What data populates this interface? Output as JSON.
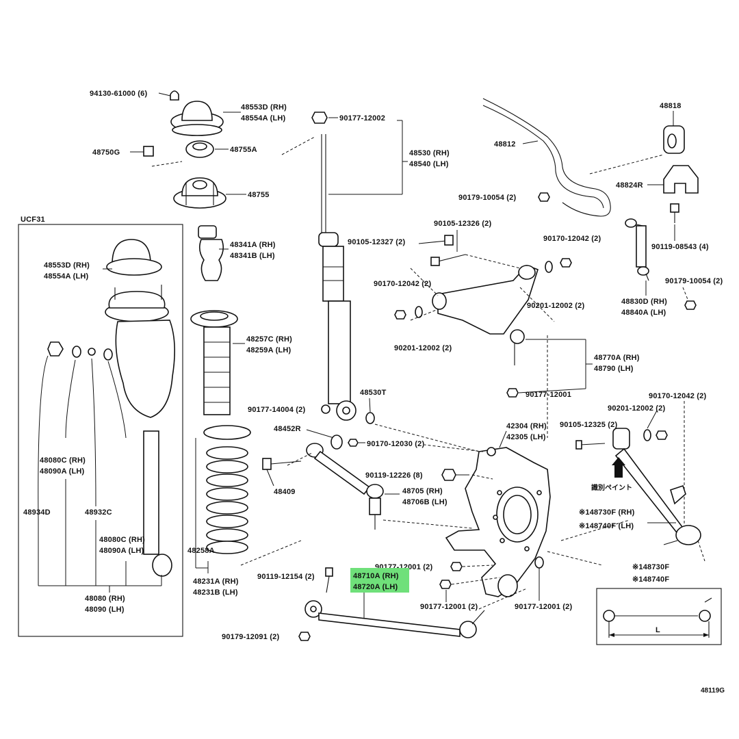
{
  "model": "UCF31",
  "diagram_id": "48119G",
  "highlight_color": "#6fe07a",
  "labels": {
    "l94130": "94130-61000 (6)",
    "l48553d_top": "48553D (RH)",
    "l48554a_top": "48554A (LH)",
    "l48750g": "48750G",
    "l48755a": "48755A",
    "l48755": "48755",
    "l48553d_box": "48553D (RH)",
    "l48554a_box": "48554A (LH)",
    "l48341a": "48341A (RH)",
    "l48341b": "48341B (LH)",
    "l48257c": "48257C (RH)",
    "l48259a": "48259A (LH)",
    "l48080c_1": "48080C (RH)",
    "l48090a_1": "48090A (LH)",
    "l48934d": "48934D",
    "l48932c": "48932C",
    "l48080c_2": "48080C (RH)",
    "l48090a_2": "48090A (LH)",
    "l48080": "48080 (RH)",
    "l48090": "48090 (LH)",
    "l48258a": "48258A",
    "l48231a": "48231A (RH)",
    "l48231b": "48231B (LH)",
    "l90177_12002": "90177-12002",
    "l48530": "48530 (RH)",
    "l48540": "48540 (LH)",
    "l90105_12327": "90105-12327 (2)",
    "l90105_12326": "90105-12326 (2)",
    "l90170_12042_a": "90170-12042 (2)",
    "l90201_12002_a": "90201-12002 (2)",
    "l90177_14004": "90177-14004 (2)",
    "l48530t": "48530T",
    "l48452r": "48452R",
    "l90170_12030": "90170-12030 (2)",
    "l48409": "48409",
    "l90119_12226": "90119-12226 (8)",
    "l48705": "48705 (RH)",
    "l48706b": "48706B (LH)",
    "l90119_12154": "90119-12154 (2)",
    "l48710a": "48710A (RH)",
    "l48720a": "48720A (LH)",
    "l90179_12091": "90179-12091 (2)",
    "l90177_12001_a": "90177-12001 (2)",
    "l90177_12001_b": "90177-12001 (2)",
    "l90177_12001_c": "90177-12001 (2)",
    "l48812": "48812",
    "l48818": "48818",
    "l48824r": "48824R",
    "l90179_10054_a": "90179-10054 (2)",
    "l90170_12042_b": "90170-12042 (2)",
    "l90119_08543": "90119-08543 (4)",
    "l90179_10054_b": "90179-10054 (2)",
    "l90201_12002_b": "90201-12002 (2)",
    "l48830d": "48830D (RH)",
    "l48840a": "48840A (LH)",
    "l48770a": "48770A (RH)",
    "l48790": "48790 (LH)",
    "l90177_12001_d": "90177-12001",
    "l42304": "42304 (RH)",
    "l42305": "42305 (LH)",
    "l90105_12325": "90105-12325 (2)",
    "l90201_12002_c": "90201-12002 (2)",
    "l90170_12042_c": "90170-12042 (2)",
    "l_paint": "識別ペイント",
    "l148730f": "※148730F (RH)",
    "l148740f": "※148740F (LH)",
    "l148730f_b": "※148730F",
    "l148740f_b": "※148740F",
    "l_len": "L"
  }
}
